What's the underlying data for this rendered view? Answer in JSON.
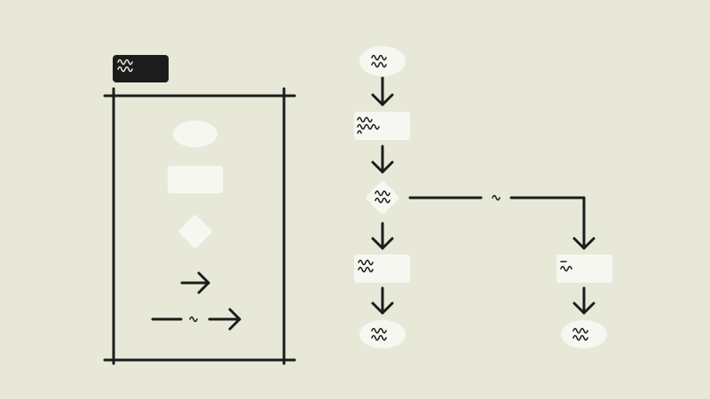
{
  "colors": {
    "background": "#e8e8d8",
    "ink": "#1c1c1c",
    "shape_fill": "#f7f7f2",
    "legend_title_bg": "#1c1c1c",
    "squiggle_light": "#e8e8d8"
  },
  "legend": {
    "title_icon": "scribble-text-icon",
    "items": [
      {
        "name": "terminator",
        "icon": "ellipse-shape-icon"
      },
      {
        "name": "process",
        "icon": "rectangle-shape-icon"
      },
      {
        "name": "decision",
        "icon": "diamond-shape-icon"
      },
      {
        "name": "flow",
        "icon": "arrow-right-icon"
      },
      {
        "name": "labeled-flow",
        "icon": "labeled-arrow-icon"
      }
    ]
  },
  "flowchart": {
    "nodes": [
      {
        "id": "start",
        "shape": "terminator"
      },
      {
        "id": "step-1",
        "shape": "process"
      },
      {
        "id": "decision",
        "shape": "decision"
      },
      {
        "id": "step-2a",
        "shape": "process"
      },
      {
        "id": "step-2b",
        "shape": "process"
      },
      {
        "id": "end-a",
        "shape": "terminator"
      },
      {
        "id": "end-b",
        "shape": "terminator"
      }
    ],
    "edges": [
      {
        "from": "start",
        "to": "step-1",
        "labeled": false
      },
      {
        "from": "step-1",
        "to": "decision",
        "labeled": false
      },
      {
        "from": "decision",
        "to": "step-2a",
        "labeled": false
      },
      {
        "from": "decision",
        "to": "step-2b",
        "labeled": true
      },
      {
        "from": "step-2a",
        "to": "end-a",
        "labeled": false
      },
      {
        "from": "step-2b",
        "to": "end-b",
        "labeled": false
      }
    ]
  }
}
